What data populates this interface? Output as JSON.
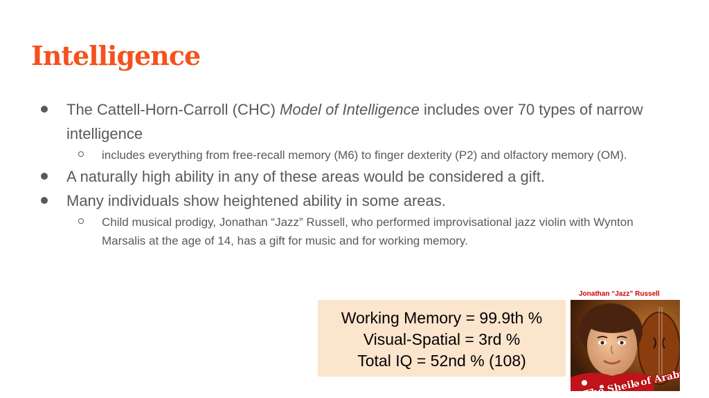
{
  "slide": {
    "title": "Intelligence",
    "accent_color": "#f4511e",
    "text_color": "#595959"
  },
  "bullets": [
    {
      "pre": "The Cattell-Horn-Carroll (CHC) ",
      "italic": "Model of Intelligence",
      "post": " includes over 70 types of narrow intelligence",
      "sub": "includes everything from free-recall memory (M6) to finger dexterity (P2) and olfactory memory (OM)."
    },
    {
      "text": "A naturally high ability in any of these areas would be considered a gift."
    },
    {
      "text": "Many individuals show heightened ability in some areas.",
      "sub": "Child musical prodigy, Jonathan “Jazz” Russell, who performed improvisational jazz violin with Wynton Marsalis at the age of 14, has a gift for music and for working memory."
    }
  ],
  "scores": {
    "line1": "Working Memory = 99.9th %",
    "line2": "Visual-Spatial = 3rd %",
    "line3": "Total IQ = 52nd % (108)",
    "background_color": "#fce5cd"
  },
  "photo": {
    "caption": "Jonathan “Jazz” Russell",
    "album_title": "The Sheik of Araby",
    "caption_color": "#cc0000"
  }
}
